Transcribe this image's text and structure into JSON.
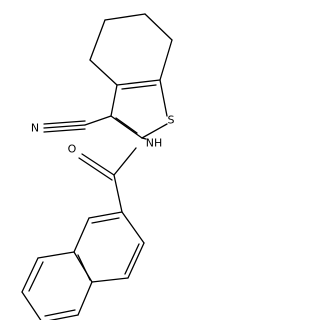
{
  "molecule": {
    "atom_labels": {
      "sulfur": "S",
      "nitrile_nitrogen": "N",
      "amide_nh": "NH",
      "carbonyl_oxygen": "O"
    },
    "colors": {
      "bond": "#000000",
      "label": "#000000",
      "background": "#ffffff"
    }
  }
}
